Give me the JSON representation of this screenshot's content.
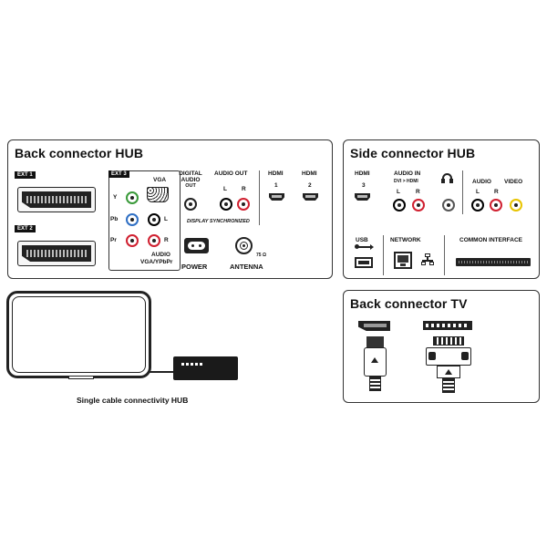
{
  "back_hub": {
    "title": "Back connector HUB",
    "ext1": "EXT 1",
    "ext2": "EXT 2",
    "ext3": "EXT 3",
    "vga": "VGA",
    "y": "Y",
    "pb": "Pb",
    "pr": "Pr",
    "l": "L",
    "r": "R",
    "audio_vga_line1": "AUDIO",
    "audio_vga_line2": "VGA/YPbPr",
    "digital_audio_line1": "DIGITAL",
    "digital_audio_line2": "AUDIO",
    "digital_audio_line3": "OUT",
    "audio_out": "AUDIO OUT",
    "out_l": "L",
    "out_r": "R",
    "display_sync": "DISPLAY SYNCHRONIZED",
    "hdmi1_label": "HDMI",
    "hdmi1_num": "1",
    "hdmi2_label": "HDMI",
    "hdmi2_num": "2",
    "power": "POWER",
    "antenna": "ANTENNA",
    "ohm": "75 Ω"
  },
  "side_hub": {
    "title": "Side connector HUB",
    "hdmi_label": "HDMI",
    "hdmi_num": "3",
    "audio_in": "AUDIO IN",
    "dvi_hdmi": "DVI > HDMI",
    "l": "L",
    "r": "R",
    "audio": "AUDIO",
    "audio_l": "L",
    "audio_r": "R",
    "video": "VIDEO",
    "usb": "USB",
    "network": "NETWORK",
    "common_interface": "COMMON INTERFACE"
  },
  "back_tv": {
    "title": "Back connector TV"
  },
  "hub_caption": "Single cable connectivity HUB",
  "colors": {
    "green": "#3a9a3a",
    "blue": "#2f6fc4",
    "red": "#d02030",
    "white": "#ffffff",
    "yellow": "#e8c400",
    "black": "#111111"
  }
}
